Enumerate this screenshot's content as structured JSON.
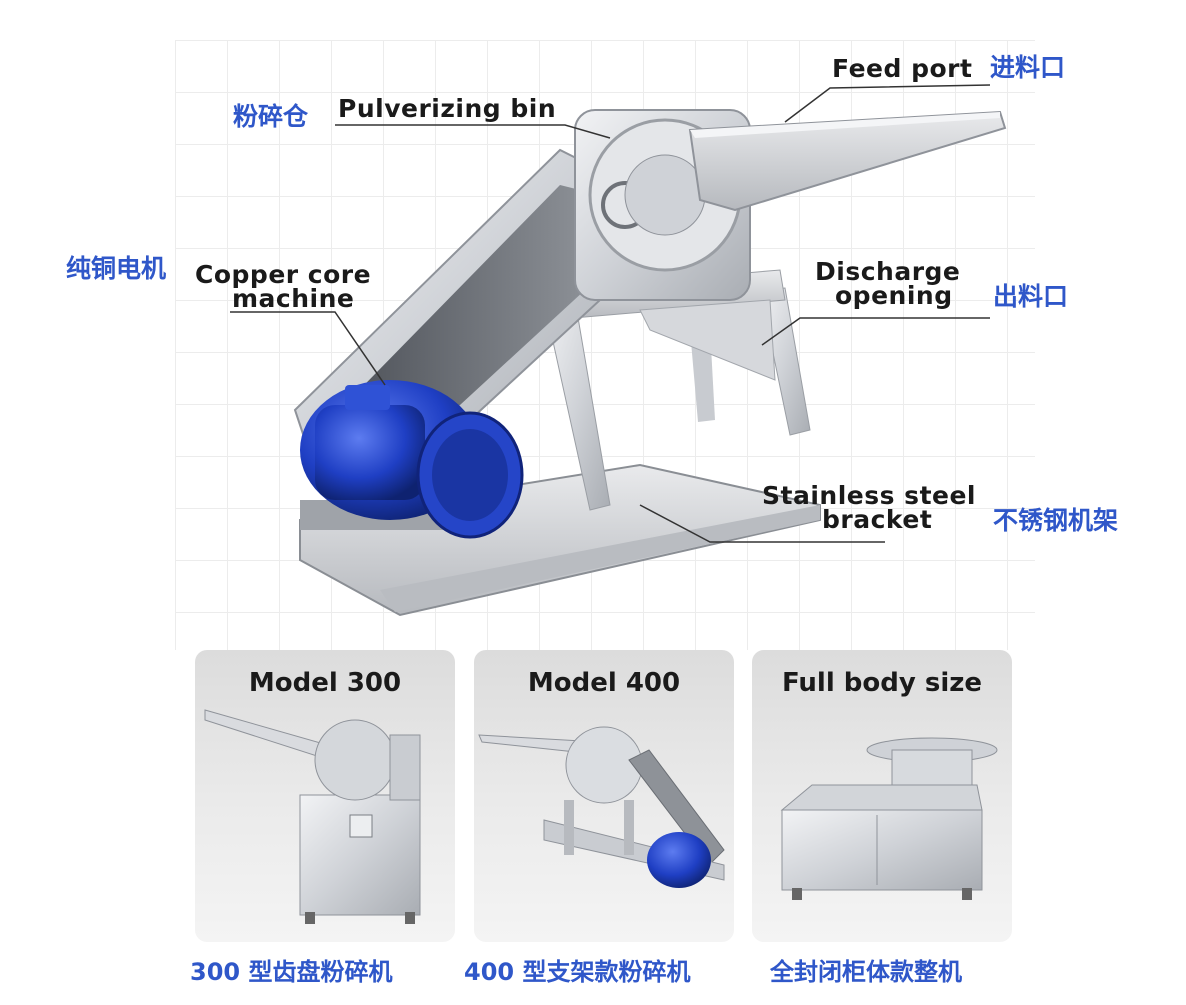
{
  "main_labels": {
    "feed_port_en": "Feed port",
    "feed_port_cn": "进料口",
    "pulverizing_bin_cn": "粉碎仓",
    "pulverizing_bin_en": "Pulverizing bin",
    "motor_cn": "纯铜电机",
    "motor_en_line1": "Copper core",
    "motor_en_line2": "machine",
    "discharge_en_line1": "Discharge",
    "discharge_en_line2": "opening",
    "discharge_cn": "出料口",
    "bracket_en_line1": "Stainless steel",
    "bracket_en_line2": "bracket",
    "bracket_cn": "不锈钢机架"
  },
  "models": [
    {
      "title": "Model 300",
      "caption": "300 型齿盘粉碎机"
    },
    {
      "title": "Model 400",
      "caption": "400 型支架款粉碎机"
    },
    {
      "title": "Full body size",
      "caption": "全封闭柜体款整机"
    }
  ],
  "colors": {
    "chinese_label": "#2f57c9",
    "english_label": "#1a1a1a",
    "motor_blue": "#1f3fc4",
    "steel": "#c9ccd1"
  }
}
